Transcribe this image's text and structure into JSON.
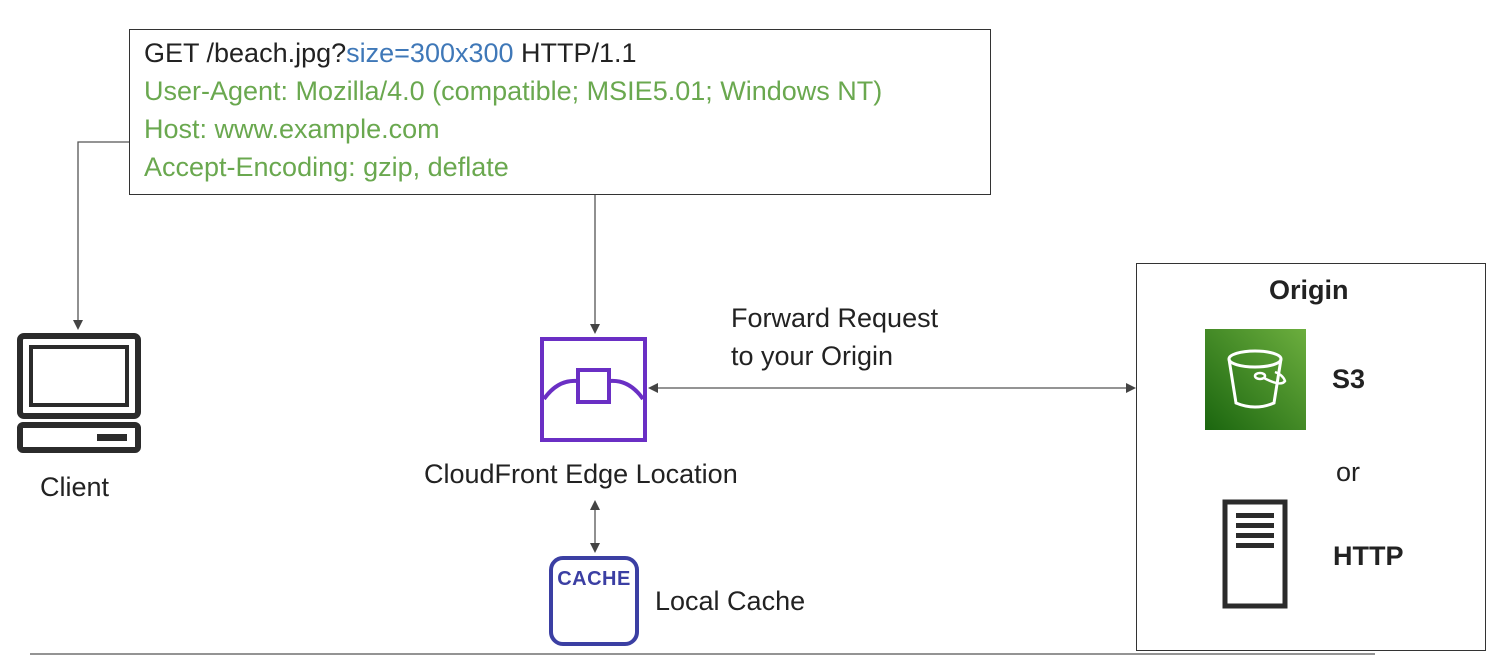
{
  "request": {
    "line1_prefix": "GET /beach.jpg?",
    "line1_query": "size=300x300",
    "line1_suffix": " HTTP/1.1",
    "header_user_agent": "User-Agent: Mozilla/4.0 (compatible; MSIE5.01; Windows NT)",
    "header_host": "Host: www.example.com",
    "header_accept_encoding": "Accept-Encoding: gzip, deflate"
  },
  "client": {
    "label": "Client",
    "icon": "desktop-computer-icon"
  },
  "edge": {
    "label": "CloudFront Edge Location",
    "icon": "cloudfront-edge-location-icon"
  },
  "cache": {
    "icon_text": "CACHE",
    "label": "Local Cache"
  },
  "forward": {
    "line1": "Forward Request",
    "line2": "to your Origin"
  },
  "origin": {
    "title": "Origin",
    "s3_label": "S3",
    "or_label": "or",
    "http_label": "HTTP",
    "s3_icon": "s3-bucket-icon",
    "http_icon": "server-icon"
  },
  "colors": {
    "header_green": "#6aa84f",
    "query_blue": "#3f78b8",
    "edge_purple": "#6a2fc4",
    "cache_blue": "#3b3fa3",
    "s3_green": "#3f8624",
    "line_gray": "#555555"
  }
}
